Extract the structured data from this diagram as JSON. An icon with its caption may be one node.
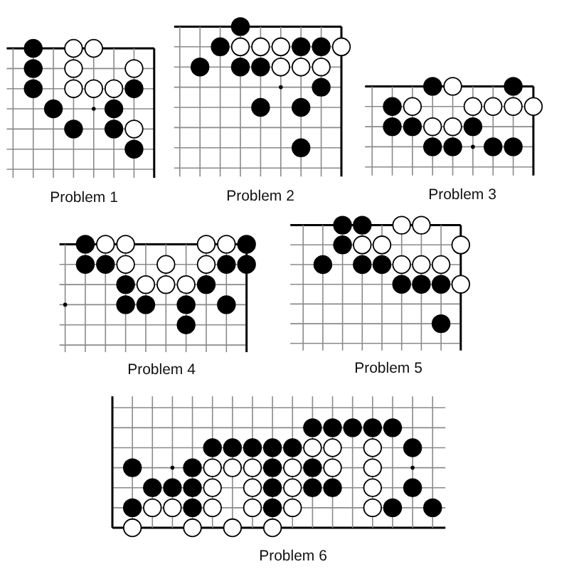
{
  "diagram": {
    "labels": [
      "Problem 1",
      "Problem 2",
      "Problem 3",
      "Problem 4",
      "Problem 5",
      "Problem 6"
    ]
  }
}
